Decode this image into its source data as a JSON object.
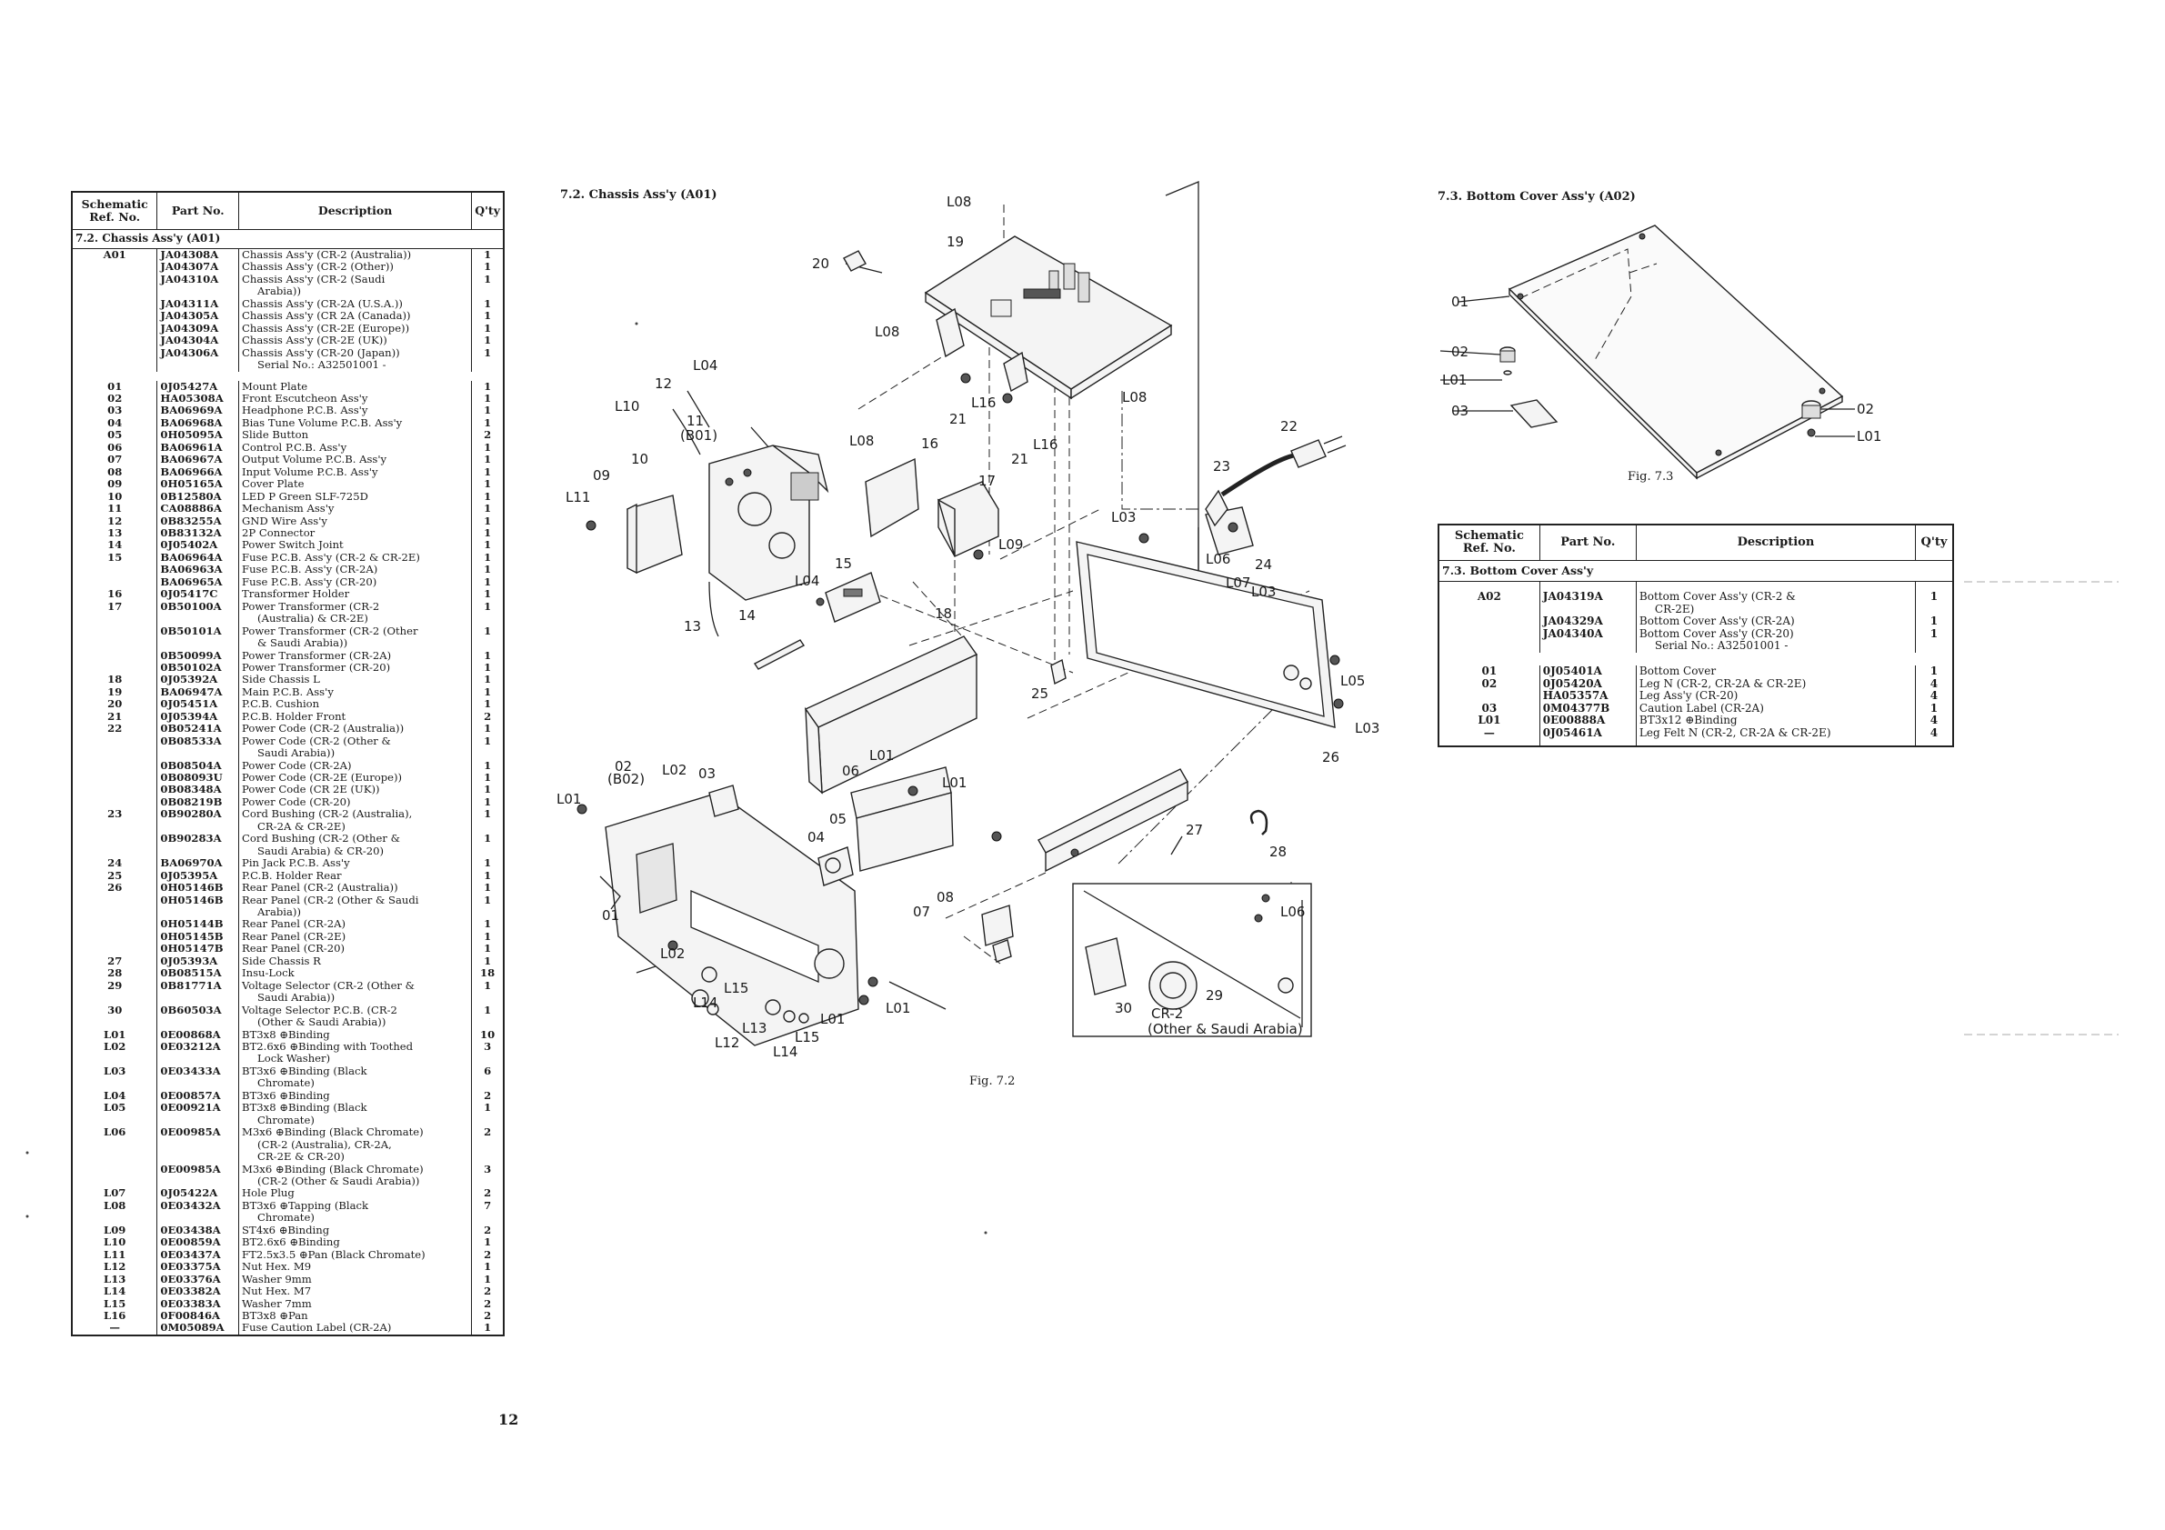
{
  "left_table": {
    "headers": [
      "Schematic Ref. No.",
      "Part No.",
      "Description",
      "Q'ty"
    ],
    "section": "7.2.  Chassis Ass'y (A01)",
    "rows": [
      [
        "A01",
        "JA04308A",
        "Chassis Ass'y (CR-2 (Australia))",
        "1"
      ],
      [
        "",
        "JA04307A",
        "Chassis Ass'y (CR-2 (Other))",
        "1"
      ],
      [
        "",
        "JA04310A",
        "Chassis Ass'y (CR-2 (Saudi",
        "1"
      ],
      [
        "",
        "",
        "Arabia))",
        ""
      ],
      [
        "",
        "JA04311A",
        "Chassis Ass'y (CR-2A (U.S.A.))",
        "1"
      ],
      [
        "",
        "JA04305A",
        "Chassis Ass'y (CR 2A (Canada))",
        "1"
      ],
      [
        "",
        "JA04309A",
        "Chassis Ass'y (CR-2E (Europe))",
        "1"
      ],
      [
        "",
        "JA04304A",
        "Chassis Ass'y (CR-2E (UK))",
        "1"
      ],
      [
        "",
        "JA04306A",
        "Chassis Ass'y (CR-20 (Japan))",
        "1"
      ],
      [
        "",
        "",
        "Serial No.: A32501001 -",
        ""
      ],
      [
        "_gap"
      ],
      [
        "01",
        "0J05427A",
        "Mount Plate",
        "1"
      ],
      [
        "02",
        "HA05308A",
        "Front Escutcheon Ass'y",
        "1"
      ],
      [
        "03",
        "BA06969A",
        "Headphone P.C.B. Ass'y",
        "1"
      ],
      [
        "04",
        "BA06968A",
        "Bias Tune Volume P.C.B. Ass'y",
        "1"
      ],
      [
        "05",
        "0H05095A",
        "Slide Button",
        "2"
      ],
      [
        "06",
        "BA06961A",
        "Control P.C.B. Ass'y",
        "1"
      ],
      [
        "07",
        "BA06967A",
        "Output Volume P.C.B. Ass'y",
        "1"
      ],
      [
        "08",
        "BA06966A",
        "Input Volume P.C.B. Ass'y",
        "1"
      ],
      [
        "09",
        "0H05165A",
        "Cover Plate",
        "1"
      ],
      [
        "10",
        "0B12580A",
        "LED P  Green SLF-725D",
        "1"
      ],
      [
        "11",
        "CA08886A",
        "Mechanism Ass'y",
        "1"
      ],
      [
        "12",
        "0B83255A",
        "GND Wire Ass'y",
        "1"
      ],
      [
        "13",
        "0B83132A",
        "2P Connector",
        "1"
      ],
      [
        "14",
        "0J05402A",
        "Power Switch Joint",
        "1"
      ],
      [
        "15",
        "BA06964A",
        "Fuse P.C.B. Ass'y (CR-2 & CR-2E)",
        "1"
      ],
      [
        "",
        "BA06963A",
        "Fuse P.C.B. Ass'y (CR-2A)",
        "1"
      ],
      [
        "",
        "BA06965A",
        "Fuse P.C.B. Ass'y (CR-20)",
        "1"
      ],
      [
        "16",
        "0J05417C",
        "Transformer Holder",
        "1"
      ],
      [
        "17",
        "0B50100A",
        "Power Transformer (CR-2",
        "1"
      ],
      [
        "",
        "",
        "(Australia) & CR-2E)",
        ""
      ],
      [
        "",
        "0B50101A",
        "Power Transformer (CR-2 (Other",
        "1"
      ],
      [
        "",
        "",
        "& Saudi Arabia))",
        ""
      ],
      [
        "",
        "0B50099A",
        "Power Transformer (CR-2A)",
        "1"
      ],
      [
        "",
        "0B50102A",
        "Power Transformer (CR-20)",
        "1"
      ],
      [
        "18",
        "0J05392A",
        "Side Chassis L",
        "1"
      ],
      [
        "19",
        "BA06947A",
        "Main P.C.B. Ass'y",
        "1"
      ],
      [
        "20",
        "0J05451A",
        "P.C.B. Cushion",
        "1"
      ],
      [
        "21",
        "0J05394A",
        "P.C.B. Holder Front",
        "2"
      ],
      [
        "22",
        "0B05241A",
        "Power Code (CR-2 (Australia))",
        "1"
      ],
      [
        "",
        "0B08533A",
        "Power Code (CR-2 (Other &",
        "1"
      ],
      [
        "",
        "",
        "Saudi Arabia))",
        ""
      ],
      [
        "",
        "0B08504A",
        "Power Code (CR-2A)",
        "1"
      ],
      [
        "",
        "0B08093U",
        "Power Code (CR-2E (Europe))",
        "1"
      ],
      [
        "",
        "0B08348A",
        "Power Code (CR 2E (UK))",
        "1"
      ],
      [
        "",
        "0B08219B",
        "Power Code (CR-20)",
        "1"
      ],
      [
        "23",
        "0B90280A",
        "Cord Bushing (CR-2 (Australia),",
        "1"
      ],
      [
        "",
        "",
        "CR-2A & CR-2E)",
        ""
      ],
      [
        "",
        "0B90283A",
        "Cord Bushing (CR-2 (Other &",
        "1"
      ],
      [
        "",
        "",
        "Saudi Arabia) & CR-20)",
        ""
      ],
      [
        "24",
        "BA06970A",
        "Pin Jack P.C.B. Ass'y",
        "1"
      ],
      [
        "25",
        "0J05395A",
        "P.C.B. Holder Rear",
        "1"
      ],
      [
        "26",
        "0H05146B",
        "Rear Panel (CR-2 (Australia))",
        "1"
      ],
      [
        "",
        "0H05146B",
        "Rear Panel (CR-2 (Other & Saudi",
        "1"
      ],
      [
        "",
        "",
        "Arabia))",
        ""
      ],
      [
        "",
        "0H05144B",
        "Rear Panel (CR-2A)",
        "1"
      ],
      [
        "",
        "0H05145B",
        "Rear Panel (CR-2E)",
        "1"
      ],
      [
        "",
        "0H05147B",
        "Rear Panel (CR-20)",
        "1"
      ],
      [
        "27",
        "0J05393A",
        "Side Chassis R",
        "1"
      ],
      [
        "28",
        "0B08515A",
        "Insu-Lock",
        "18"
      ],
      [
        "29",
        "0B81771A",
        "Voltage Selector (CR-2 (Other &",
        "1"
      ],
      [
        "",
        "",
        "Saudi Arabia))",
        ""
      ],
      [
        "30",
        "0B60503A",
        "Voltage Selector P.C.B. (CR-2",
        "1"
      ],
      [
        "",
        "",
        "(Other & Saudi Arabia))",
        ""
      ],
      [
        "L01",
        "0E00868A",
        "BT3x8 ⊕Binding",
        "10"
      ],
      [
        "L02",
        "0E03212A",
        "BT2.6x6 ⊕Binding with Toothed",
        "3"
      ],
      [
        "",
        "",
        "Lock Washer)",
        ""
      ],
      [
        "L03",
        "0E03433A",
        "BT3x6 ⊕Binding (Black",
        "6"
      ],
      [
        "",
        "",
        "Chromate)",
        ""
      ],
      [
        "L04",
        "0E00857A",
        "BT3x6 ⊕Binding",
        "2"
      ],
      [
        "L05",
        "0E00921A",
        "BT3x8 ⊕Binding (Black",
        "1"
      ],
      [
        "",
        "",
        "Chromate)",
        ""
      ],
      [
        "L06",
        "0E00985A",
        "M3x6 ⊕Binding (Black Chromate)",
        "2"
      ],
      [
        "",
        "",
        "(CR-2 (Australia), CR-2A,",
        ""
      ],
      [
        "",
        "",
        "CR-2E & CR-20)",
        ""
      ],
      [
        "",
        "0E00985A",
        "M3x6 ⊕Binding (Black Chromate)",
        "3"
      ],
      [
        "",
        "",
        "(CR-2 (Other & Saudi Arabia))",
        ""
      ],
      [
        "L07",
        "0J05422A",
        "Hole Plug",
        "2"
      ],
      [
        "L08",
        "0E03432A",
        "BT3x6 ⊕Tapping (Black",
        "7"
      ],
      [
        "",
        "",
        "Chromate)",
        ""
      ],
      [
        "L09",
        "0E03438A",
        "ST4x6 ⊕Binding",
        "2"
      ],
      [
        "L10",
        "0E00859A",
        "BT2.6x6 ⊕Binding",
        "1"
      ],
      [
        "L11",
        "0E03437A",
        "FT2.5x3.5 ⊕Pan (Black Chromate)",
        "2"
      ],
      [
        "L12",
        "0E03375A",
        "Nut Hex. M9",
        "1"
      ],
      [
        "L13",
        "0E03376A",
        "Washer 9mm",
        "1"
      ],
      [
        "L14",
        "0E03382A",
        "Nut Hex. M7",
        "2"
      ],
      [
        "L15",
        "0E03383A",
        "Washer 7mm",
        "2"
      ],
      [
        "L16",
        "0F00846A",
        "BT3x8 ⊕Pan",
        "2"
      ],
      [
        "—",
        "0M05089A",
        "Fuse Caution Label (CR-2A)",
        "1"
      ]
    ]
  },
  "right_table": {
    "headers": [
      "Schematic Ref. No.",
      "Part No.",
      "Description",
      "Q'ty"
    ],
    "section": "7.3.  Bottom Cover Ass'y",
    "rows": [
      [
        "A02",
        "JA04319A",
        "Bottom Cover Ass'y (CR-2 &",
        "1"
      ],
      [
        "",
        "",
        "CR-2E)",
        ""
      ],
      [
        "",
        "JA04329A",
        "Bottom Cover Ass'y (CR-2A)",
        "1"
      ],
      [
        "",
        "JA04340A",
        "Bottom Cover Ass'y (CR-20)",
        "1"
      ],
      [
        "",
        "",
        "Serial No.: A32501001 -",
        ""
      ],
      [
        "_gap"
      ],
      [
        "01",
        "0J05401A",
        "Bottom Cover",
        "1"
      ],
      [
        "02",
        "0J05420A",
        "Leg N (CR-2, CR-2A & CR-2E)",
        "4"
      ],
      [
        "",
        "HA05357A",
        "Leg Ass'y (CR-20)",
        "4"
      ],
      [
        "03",
        "0M04377B",
        "Caution Label (CR-2A)",
        "1"
      ],
      [
        "L01",
        "0E00888A",
        "BT3x12 ⊕Binding",
        "4"
      ],
      [
        "—",
        "0J05461A",
        "Leg Felt N (CR-2, CR-2A & CR-2E)",
        "4"
      ]
    ]
  },
  "titles": {
    "chassis": "7.2.  Chassis Ass'y (A01)",
    "bottom": "7.3.  Bottom Cover Ass'y (A02)"
  },
  "figures": {
    "fig72": "Fig. 7.2",
    "fig73": "Fig. 7.3"
  },
  "page_number": "12",
  "diagram_labels": {
    "L08": "L08",
    "L04": "L04",
    "L10": "L10",
    "L11": "L11",
    "L16": "L16",
    "L09": "L09",
    "L03": "L03",
    "L06": "L06",
    "L07": "L07",
    "L05": "L05",
    "L01": "L01",
    "L02": "L02",
    "L14": "L14",
    "L13": "L13",
    "L15": "L15",
    "L12": "L12",
    "n01": "01",
    "n02": "02",
    "B02": "(B02)",
    "n03": "03",
    "n04": "04",
    "n05": "05",
    "n06": "06",
    "n07": "07",
    "n08": "08",
    "n09": "09",
    "n10": "10",
    "n11": "11",
    "B01": "(B01)",
    "n12": "12",
    "n13": "13",
    "n14": "14",
    "n15": "15",
    "n16": "16",
    "n17": "17",
    "n18": "18",
    "n19": "19",
    "n20": "20",
    "n21": "21",
    "n22": "22",
    "n23": "23",
    "n24": "24",
    "n25": "25",
    "n26": "26",
    "n27": "27",
    "n28": "28",
    "n29": "29",
    "n30": "30",
    "cr2": "CR-2",
    "cr2_note": "(Other & Saudi Arabia)"
  },
  "bottom_labels": {
    "n01": "01",
    "n02": "02",
    "L01": "L01",
    "n03": "03"
  }
}
